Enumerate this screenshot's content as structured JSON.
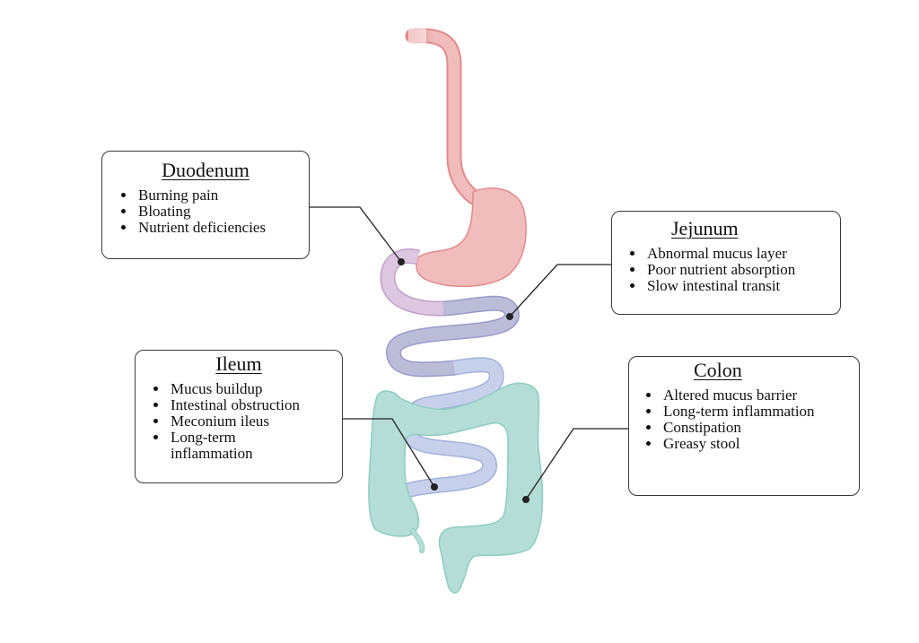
{
  "diagram": {
    "regions": [
      {
        "id": "duodenum",
        "title": "Duodenum",
        "symptoms": [
          "Burning pain",
          "Bloating",
          "Nutrient deficiencies"
        ]
      },
      {
        "id": "jejunum",
        "title": "Jejunum",
        "symptoms": [
          "Abnormal mucus layer",
          "Poor nutrient absorption",
          "Slow intestinal transit"
        ]
      },
      {
        "id": "ileum",
        "title": "Ileum",
        "symptoms": [
          "Mucus buildup",
          "Intestinal obstruction",
          "Meconium ileus",
          "Long-term inflammation"
        ]
      },
      {
        "id": "colon",
        "title": "Colon",
        "symptoms": [
          "Altered mucus barrier",
          "Long-term inflammation",
          "Constipation",
          "Greasy stool"
        ]
      }
    ],
    "colors": {
      "esophagus_stomach_fill": "#f0bcbc",
      "esophagus_stomach_stroke": "#e48a8a",
      "duodenum_fill": "#dcc6e0",
      "duodenum_stroke": "#c2a0cc",
      "jejunum_fill": "#bbbcd8",
      "jejunum_stroke": "#9a9ccb",
      "ileum_fill": "#c6d0ea",
      "ileum_stroke": "#a3b2dd",
      "colon_fill": "#b3ddd6",
      "colon_stroke": "#8fcdc1",
      "leader_line": "#222222"
    }
  }
}
